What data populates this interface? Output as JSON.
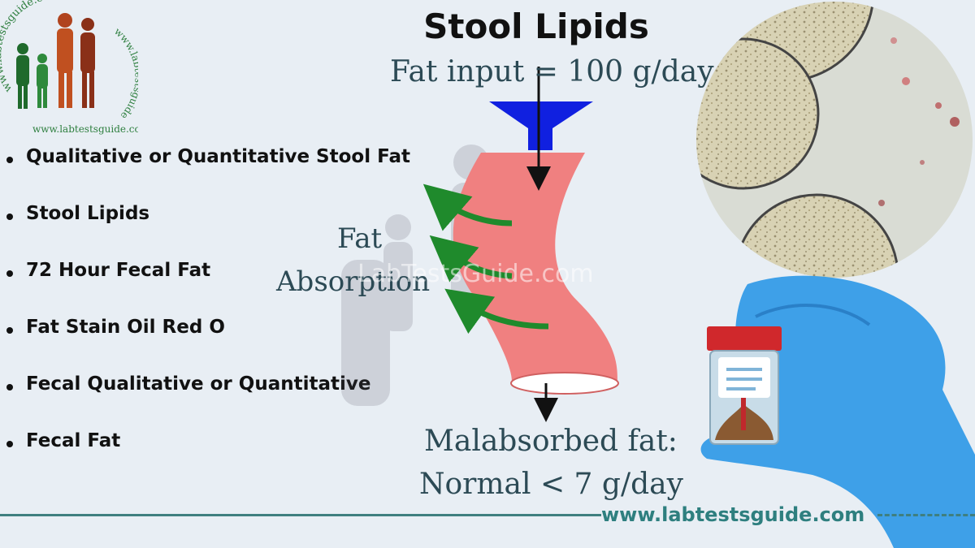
{
  "header": {
    "title": "Stool Lipids"
  },
  "logo": {
    "text_top": "www.labtestsguide.com",
    "text_right": "www.labtestsguide.net",
    "text_bottom": "www.labtestsguide.com",
    "icon": "family-silhouette-icon"
  },
  "bullets": [
    "Qualitative or Quantitative Stool Fat",
    "Stool Lipids",
    "72 Hour Fecal Fat",
    "Fat Stain Oil Red O",
    "Fecal Qualitative or Quantitative",
    "Fecal Fat"
  ],
  "diagram": {
    "input_label": "Fat input = 100 g/day",
    "absorption_line1": "Fat",
    "absorption_line2": "Absorption",
    "output_line1": "Malabsorbed fat:",
    "output_line2": "Normal < 7 g/day",
    "watermark": "LabTestsGuide.com"
  },
  "footer": {
    "website": "www.labtestsguide.com"
  },
  "colors": {
    "background": "#e8eef4",
    "funnel": "#1020e0",
    "intestine": "#f08080",
    "arrow_green": "#1f8a2c",
    "footer_teal": "#2e7f7f",
    "glove": "#3ea0e8"
  }
}
